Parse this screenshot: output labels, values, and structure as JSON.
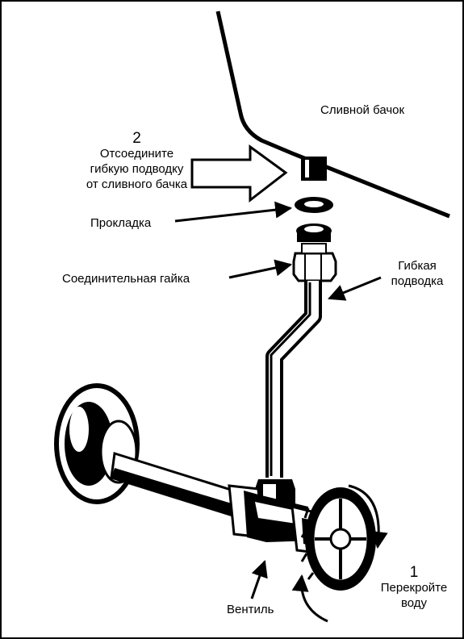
{
  "labels": {
    "tank": "Сливной бачок",
    "step2_number": "2",
    "step2_line1": "Отсоедините",
    "step2_line2": "гибкую подводку",
    "step2_line3": "от сливного бачка",
    "gasket": "Прокладка",
    "coupling_nut": "Соединительная гайка",
    "flex_line_1": "Гибкая",
    "flex_line_2": "подводка",
    "valve": "Вентиль",
    "step1_number": "1",
    "step1_line1": "Перекройте",
    "step1_line2": "воду"
  },
  "colors": {
    "ink": "#000000",
    "paper": "#ffffff"
  },
  "icons": [
    "arrow-right-icon",
    "rotation-arrow-icon"
  ]
}
